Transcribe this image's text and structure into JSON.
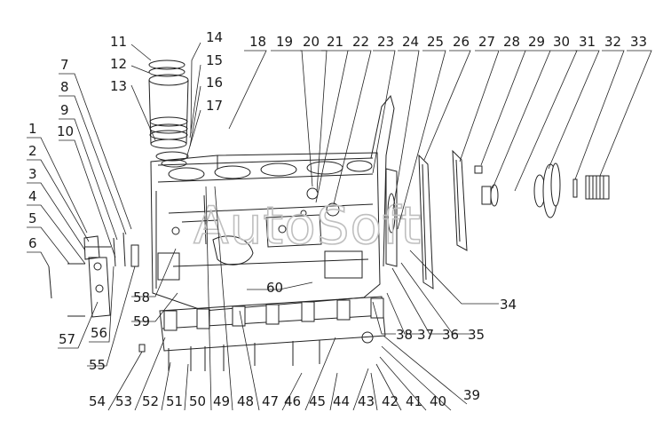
{
  "watermark": "AutoSoft",
  "callouts": {
    "n1": "1",
    "n2": "2",
    "n3": "3",
    "n4": "4",
    "n5": "5",
    "n6": "6",
    "n7": "7",
    "n8": "8",
    "n9": "9",
    "n10": "10",
    "n11": "11",
    "n12": "12",
    "n13": "13",
    "n14": "14",
    "n15": "15",
    "n16": "16",
    "n17": "17",
    "n18": "18",
    "n19": "19",
    "n20": "20",
    "n21": "21",
    "n22": "22",
    "n23": "23",
    "n24": "24",
    "n25": "25",
    "n26": "26",
    "n27": "27",
    "n28": "28",
    "n29": "29",
    "n30": "30",
    "n31": "31",
    "n32": "32",
    "n33": "33",
    "n34": "34",
    "n35": "35",
    "n36": "36",
    "n37": "37",
    "n38": "38",
    "n39": "39",
    "n40": "40",
    "n41": "41",
    "n42": "42",
    "n43": "43",
    "n44": "44",
    "n45": "45",
    "n46": "46",
    "n47": "47",
    "n48": "48",
    "n49": "49",
    "n50": "50",
    "n51": "51",
    "n52": "52",
    "n53": "53",
    "n54": "54",
    "n55": "55",
    "n56": "56",
    "n57": "57",
    "n58": "58",
    "n59": "59",
    "n60": "60"
  }
}
